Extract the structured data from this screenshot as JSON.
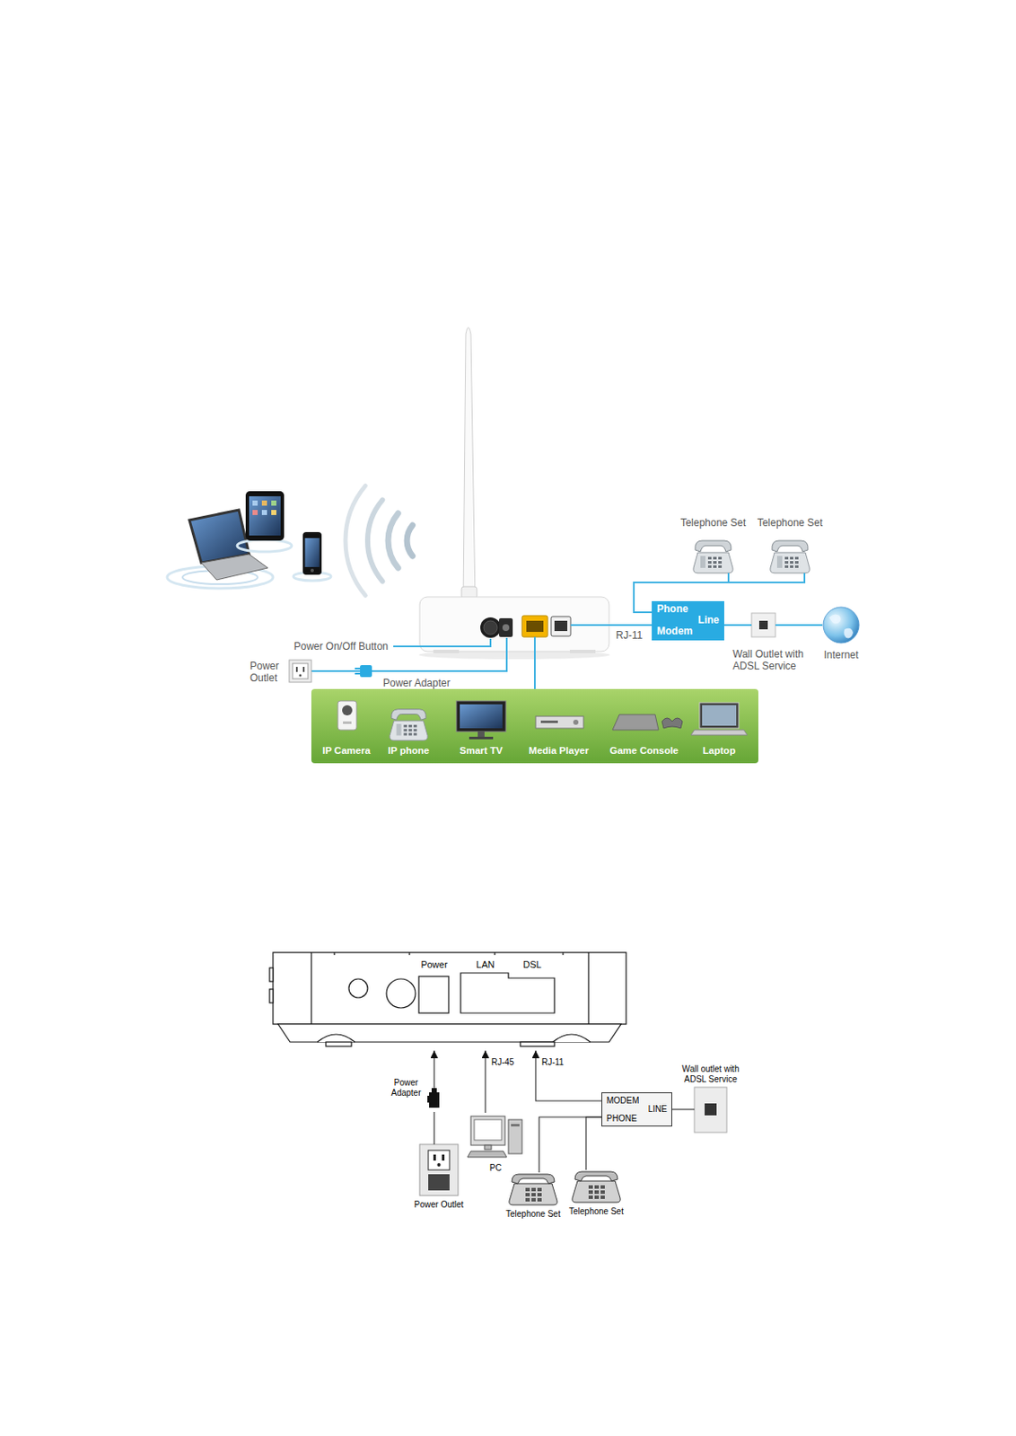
{
  "diagram": {
    "nodes": [
      {
        "text": [
          "Telephone Set"
        ]
      },
      {
        "text": [
          "Telephone Set"
        ]
      },
      {
        "text": [
          "Phone",
          "Line",
          "Modem"
        ]
      },
      {
        "text": [
          "Wall Outlet with ADSL Service"
        ]
      },
      {
        "text": [
          "Internet"
        ]
      },
      {
        "text": [
          "Power Outlet"
        ]
      },
      {
        "text": [
          "IP Camera",
          "IP phone",
          "Smart TV",
          "Media Player",
          "Game Console",
          "Laptop"
        ]
      },
      {
        "text": [
          "Power",
          "LAN",
          "DSL"
        ]
      },
      {
        "text": [
          "Wall outlet with ADSL Service"
        ]
      },
      {
        "text": [
          "Power Adapter"
        ]
      },
      {
        "text": [
          "MODEM",
          "LINE",
          "PHONE"
        ]
      },
      {
        "text": [
          "PC"
        ]
      },
      {
        "text": [
          "Power Outlet"
        ]
      },
      {
        "text": [
          "Telephone Set"
        ]
      },
      {
        "text": [
          "Telephone Set"
        ]
      }
    ],
    "edges": [
      {
        "from": 0,
        "to": 2,
        "arrow": "none"
      },
      {
        "from": 1,
        "to": 2,
        "arrow": "none"
      },
      {
        "from": 2,
        "to": 3,
        "arrow": "none"
      },
      {
        "from": 3,
        "to": 4,
        "arrow": "none"
      },
      {
        "from": 12,
        "to": 9,
        "arrow": "none"
      },
      {
        "from": 9,
        "to": 7,
        "arrow": "to"
      },
      {
        "from": 11,
        "to": 7,
        "label": "RJ-45",
        "arrow": "to"
      },
      {
        "from": 10,
        "to": 7,
        "label": "RJ-11",
        "arrow": "to"
      },
      {
        "from": 13,
        "to": 10,
        "arrow": "none"
      },
      {
        "from": 14,
        "to": 10,
        "arrow": "none"
      },
      {
        "from": 10,
        "to": 8,
        "arrow": "none"
      }
    ],
    "labels": [
      "RJ-11",
      "Power On/Off Button",
      "Power Adapter"
    ]
  }
}
